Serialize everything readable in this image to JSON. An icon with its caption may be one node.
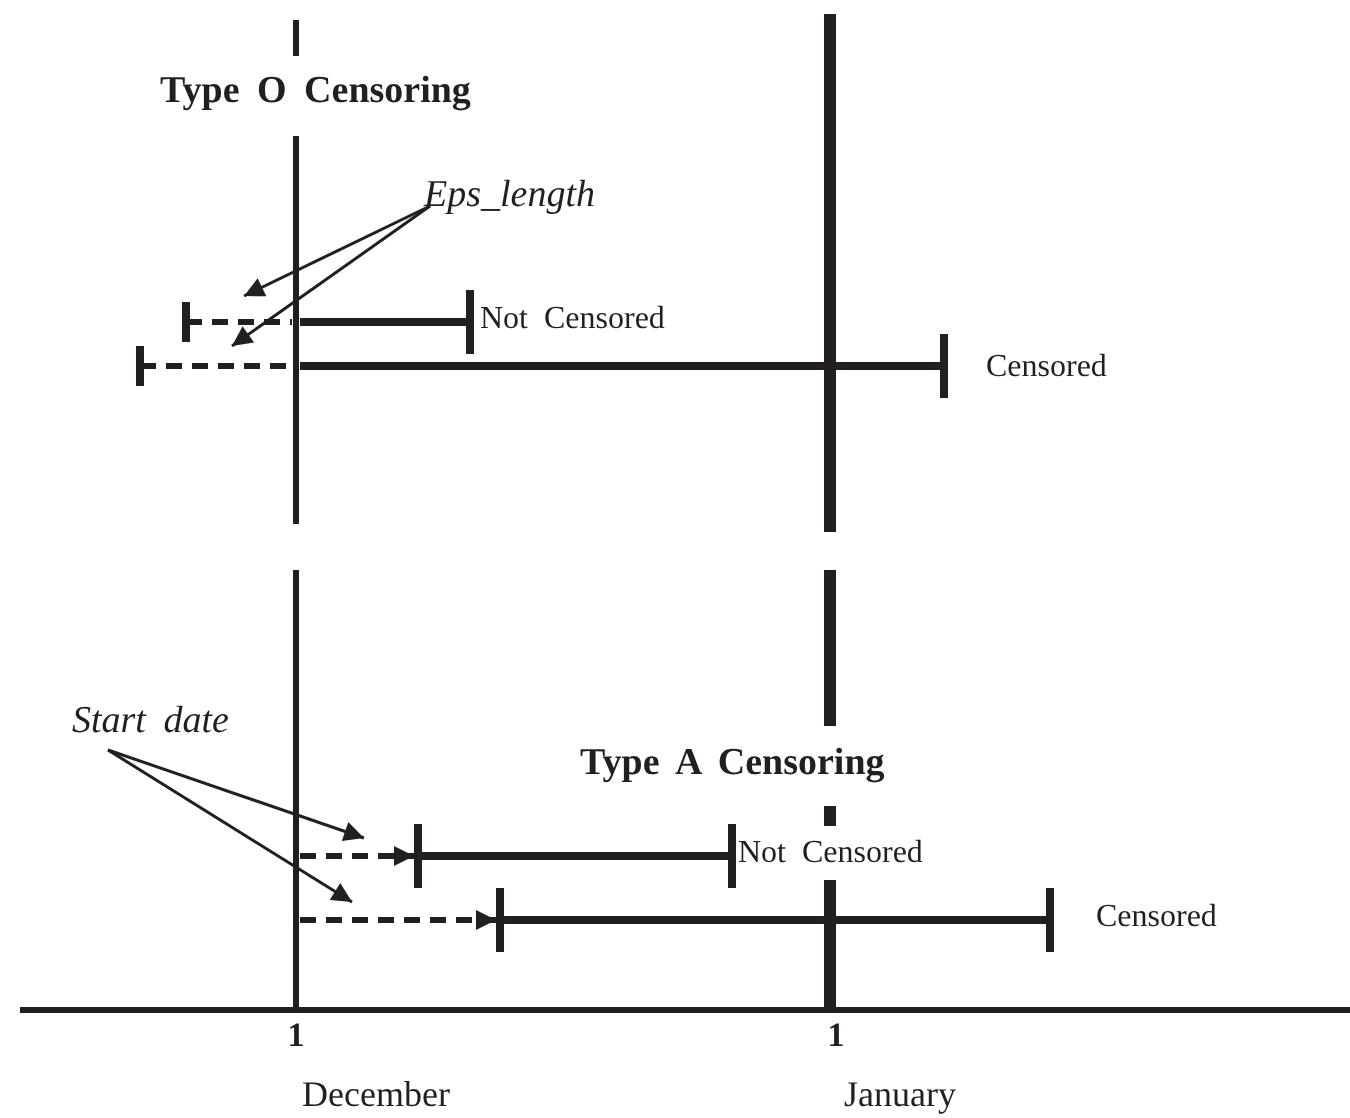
{
  "diagram": {
    "nodes": [
      {
        "text": [
          "Eps_length"
        ]
      },
      {
        "text": [],
        "shape": "line"
      },
      {
        "text": [],
        "shape": "line"
      },
      {
        "text": [
          "Start date"
        ]
      },
      {
        "text": [],
        "shape": "line"
      },
      {
        "text": [],
        "shape": "line"
      }
    ],
    "edges": [
      {
        "from": 0,
        "to": 1,
        "arrow": "to"
      },
      {
        "from": 0,
        "to": 2,
        "arrow": "to"
      },
      {
        "from": 3,
        "to": 4,
        "arrow": "to"
      },
      {
        "from": 3,
        "to": 5,
        "arrow": "to"
      }
    ],
    "labels": [
      "Type O Censoring",
      "Not Censored",
      "Censored",
      "Type A Censoring",
      "Not Censored",
      "Censored",
      "1",
      "1",
      "December",
      "January"
    ]
  }
}
